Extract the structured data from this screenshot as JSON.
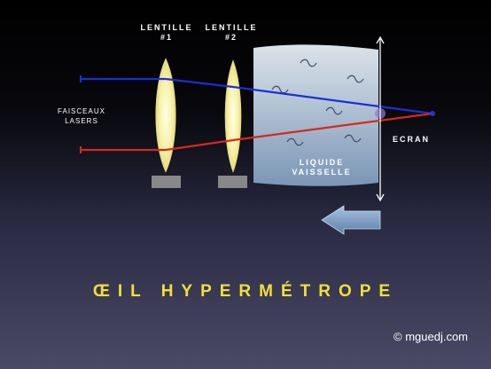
{
  "lens1_label_line1": "LENTILLE",
  "lens1_label_line2": "#1",
  "lens2_label_line1": "LENTILLE",
  "lens2_label_line2": "#2",
  "lasers_label_line1": "FAISCEAUX",
  "lasers_label_line2": "LASERS",
  "liquid_label_line1": "LIQUIDE",
  "liquid_label_line2": "VAISSELLE",
  "screen_label": "ECRAN",
  "title": "ŒIL HYPERMÉTROPE",
  "copyright": "© mguedj.com",
  "colors": {
    "title": "#f2df3c",
    "blue_ray": "#1b2fd6",
    "red_ray": "#d8281c",
    "lens_fill": "#f5f0a8",
    "liquid_tank": "#9fb6cf",
    "arrow": "#7f9fc4"
  }
}
